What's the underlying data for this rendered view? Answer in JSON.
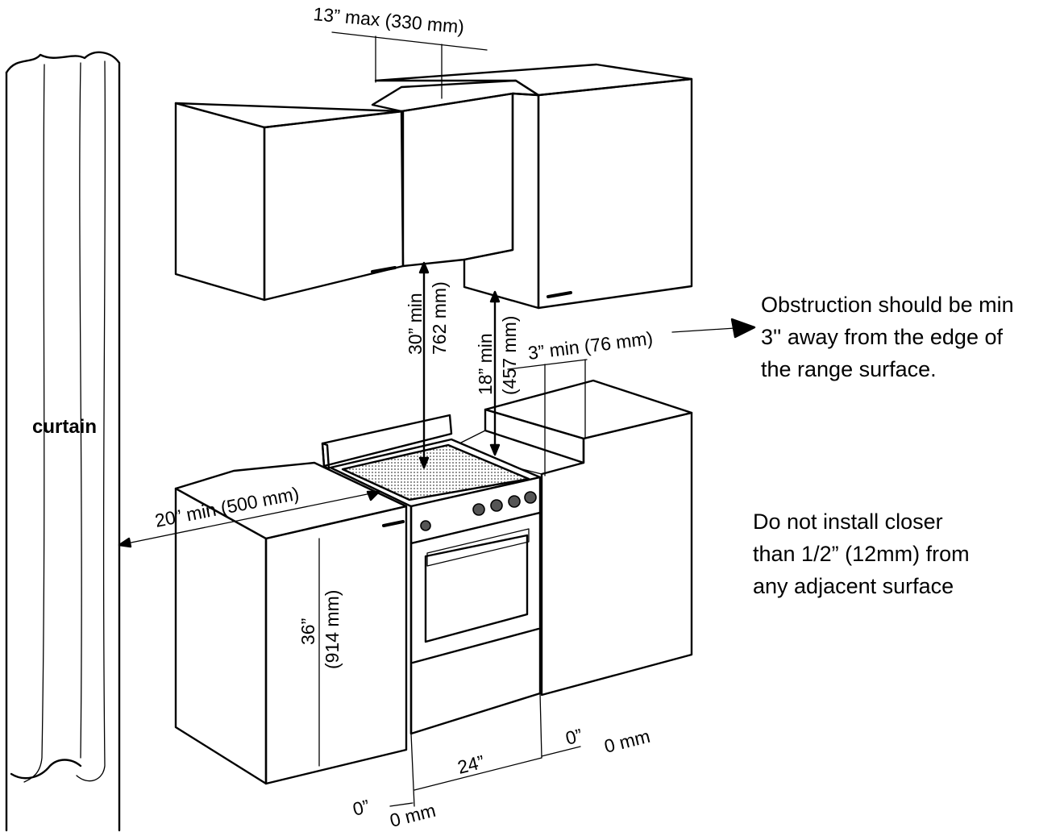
{
  "labels": {
    "curtain": "curtain",
    "hood_max_in": "13” max (330 mm)",
    "min30_in": "30” min",
    "min30_mm": "762 mm)",
    "min18_in": "18” min",
    "min18_mm": "(457 mm)",
    "min3": "3” min (76 mm)",
    "min20": "20” min (500 mm)",
    "h36_in": "36”",
    "h36_mm": "(914 mm)",
    "w24": "24”",
    "zero_left_in": "0”",
    "zero_left_mm": "0 mm",
    "zero_right_in": "0”",
    "zero_right_mm": "0 mm"
  },
  "notes": {
    "obstruction": [
      "Obstruction should be min",
      "3'' away from the edge of",
      "the range surface."
    ],
    "adjacent": [
      "Do not install closer",
      "than 1/2” (12mm) from",
      "any adjacent surface"
    ]
  }
}
